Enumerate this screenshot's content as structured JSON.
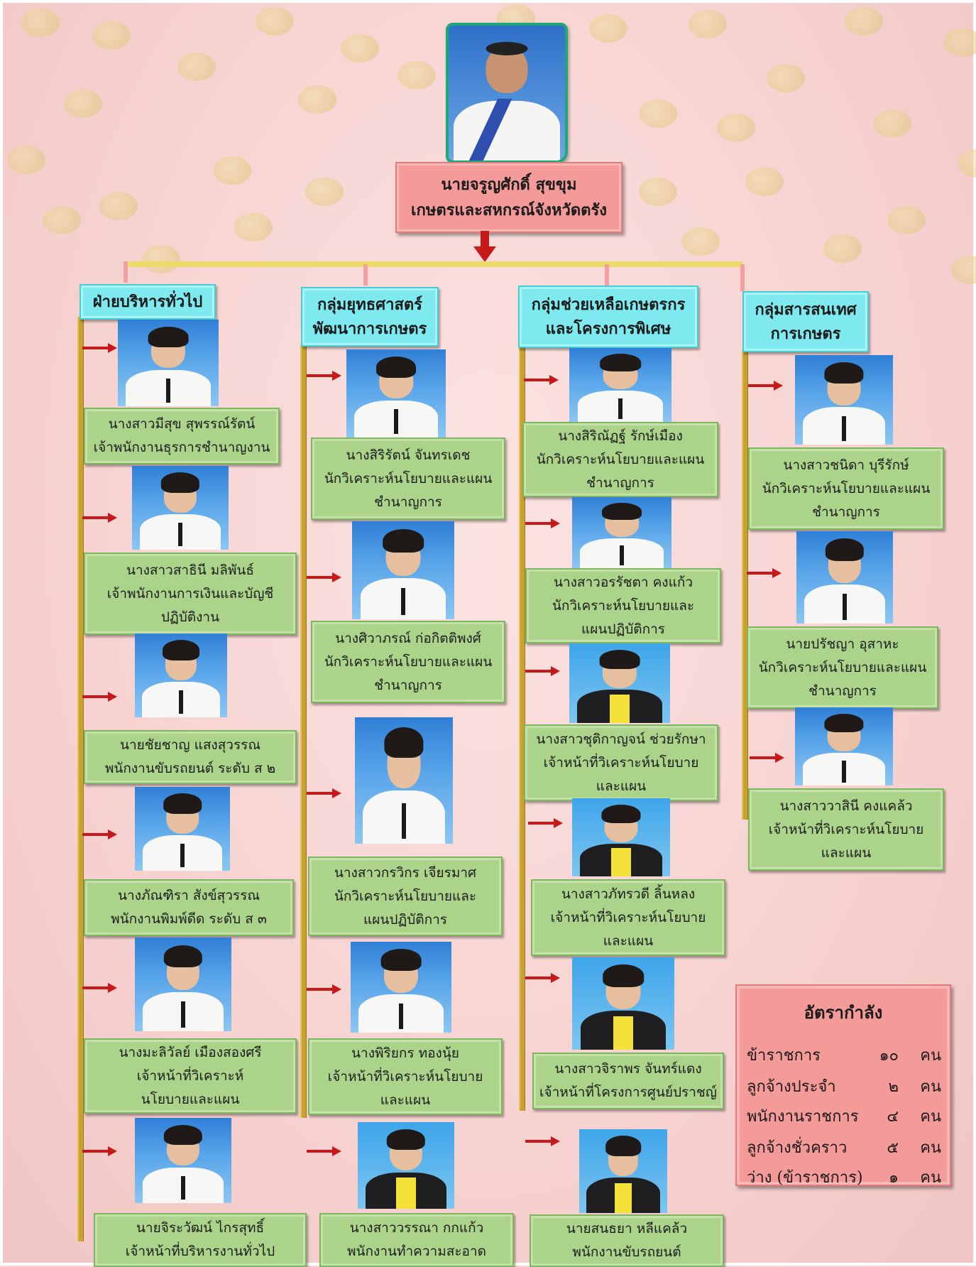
{
  "director": {
    "name": "นายจรูญศักดิ์ สุขขุม",
    "title": "เกษตรและสหกรณ์จังหวัดตรัง"
  },
  "divisions": [
    {
      "name_lines": [
        "ฝ่ายบริหารทั่วไป"
      ],
      "members": [
        {
          "name": "นางสาวมีสุข สุพรรณ์รัตน์",
          "position_lines": [
            "เจ้าพนักงานธุรการชำนาญงาน"
          ]
        },
        {
          "name": "นางสาวสาธินี มลิพันธ์",
          "position_lines": [
            "เจ้าพนักงานการเงินและบัญชี",
            "ปฏิบัติงาน"
          ]
        },
        {
          "name": "นายชัยชาญ แสงสุวรรณ",
          "position_lines": [
            "พนักงานขับรถยนต์ ระดับ ส ๒"
          ]
        },
        {
          "name": "นางภัณฑิรา สังข์สุวรรณ",
          "position_lines": [
            "พนักงานพิมพ์ดีด ระดับ ส ๓"
          ]
        },
        {
          "name": "นางมะลิวัลย์ เมืองสองศรี",
          "position_lines": [
            "เจ้าหน้าที่วิเคราะห์",
            "นโยบายและแผน"
          ]
        },
        {
          "name": "นายจิระวัฒน์ ไกรสุทธิ์",
          "position_lines": [
            "เจ้าหน้าที่บริหารงานทั่วไป"
          ]
        }
      ]
    },
    {
      "name_lines": [
        "กลุ่มยุทธศาสตร์",
        "พัฒนาการเกษตร"
      ],
      "members": [
        {
          "name": "นางสิริรัตน์ จันทรเดช",
          "position_lines": [
            "นักวิเคราะห์นโยบายและแผน",
            "ชำนาญการ"
          ]
        },
        {
          "name": "นางศิวาภรณ์ ก่อกิตติพงศ์",
          "position_lines": [
            "นักวิเคราะห์นโยบายและแผน",
            "ชำนาญการ"
          ]
        },
        {
          "name": "นางสาวกรวิกร เจียรมาศ",
          "position_lines": [
            "นักวิเคราะห์นโยบายและ",
            "แผนปฏิบัติการ"
          ]
        },
        {
          "name": "นางพิริยกร ทองนุ้ย",
          "position_lines": [
            "เจ้าหน้าที่วิเคราะห์นโยบาย",
            "และแผน"
          ]
        },
        {
          "name": "นางสาววรรณา กกแก้ว",
          "position_lines": [
            "พนักงานทำความสะอาด"
          ]
        }
      ]
    },
    {
      "name_lines": [
        "กลุ่มช่วยเหลือเกษตรกร",
        "และโครงการพิเศษ"
      ],
      "members": [
        {
          "name": "นางสิริณัฏฐ์ รักษ์เมือง",
          "position_lines": [
            "นักวิเคราะห์นโยบายและแผน",
            "ชำนาญการ"
          ]
        },
        {
          "name": "นางสาวอรรัชตา คงแก้ว",
          "position_lines": [
            "นักวิเคราะห์นโยบายและ",
            "แผนปฏิบัติการ"
          ]
        },
        {
          "name": "นางสาวชุติกาญจน์ ช่วยรักษา",
          "position_lines": [
            "เจ้าหน้าที่วิเคราะห์นโยบาย",
            "และแผน"
          ]
        },
        {
          "name": "นางสาวภัทรวดี ลิ้นหลง",
          "position_lines": [
            "เจ้าหน้าที่วิเคราะห์นโยบาย",
            "และแผน"
          ]
        },
        {
          "name": "นางสาวจิราพร จันทร์แดง",
          "position_lines": [
            "เจ้าหน้าที่โครงการศูนย์ปราชญ์"
          ]
        },
        {
          "name": "นายสนธยา หลีแคล้ว",
          "position_lines": [
            "พนักงานขับรถยนต์"
          ]
        }
      ]
    },
    {
      "name_lines": [
        "กลุ่มสารสนเทศ",
        "การเกษตร"
      ],
      "members": [
        {
          "name": "นางสาวชนิดา บุรีรักษ์",
          "position_lines": [
            "นักวิเคราะห์นโยบายและแผน",
            "ชำนาญการ"
          ]
        },
        {
          "name": "นายปรัชญา อุสาหะ",
          "position_lines": [
            "นักวิเคราะห์นโยบายและแผน",
            "ชำนาญการ"
          ]
        },
        {
          "name": "นางสาววาสินี คงแคล้ว",
          "position_lines": [
            "เจ้าหน้าที่วิเคราะห์นโยบาย",
            "และแผน"
          ]
        }
      ]
    }
  ],
  "summary": {
    "title": "อัตรากำลัง",
    "rows": [
      {
        "label": "ข้าราชการ",
        "count": "๑๐",
        "unit": "คน"
      },
      {
        "label": "ลูกจ้างประจำ",
        "count": "๒",
        "unit": "คน"
      },
      {
        "label": "พนักงานราชการ",
        "count": "๔",
        "unit": "คน"
      },
      {
        "label": "ลูกจ้างชั่วคราว",
        "count": "๕",
        "unit": "คน"
      },
      {
        "label": "ว่าง (ข้าราชการ)",
        "count": "๑",
        "unit": "คน"
      }
    ]
  }
}
